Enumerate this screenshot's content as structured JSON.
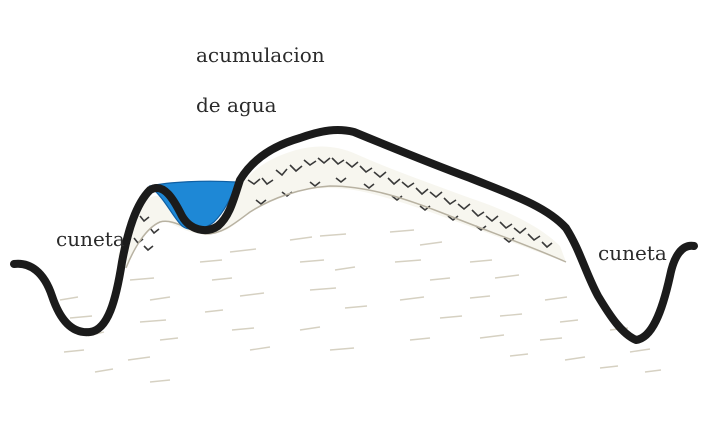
{
  "labels": {
    "water_line1": "acumulacion",
    "water_line2": "de agua",
    "ditch_left": "cuneta",
    "ditch_right": "cuneta"
  },
  "colors": {
    "surface": "#1b1b1b",
    "water": "#1e88d6",
    "base_fill": "#f7f6ef",
    "soil_hatch": "#c9c3b2",
    "aggregate": "#3a3a3a"
  }
}
